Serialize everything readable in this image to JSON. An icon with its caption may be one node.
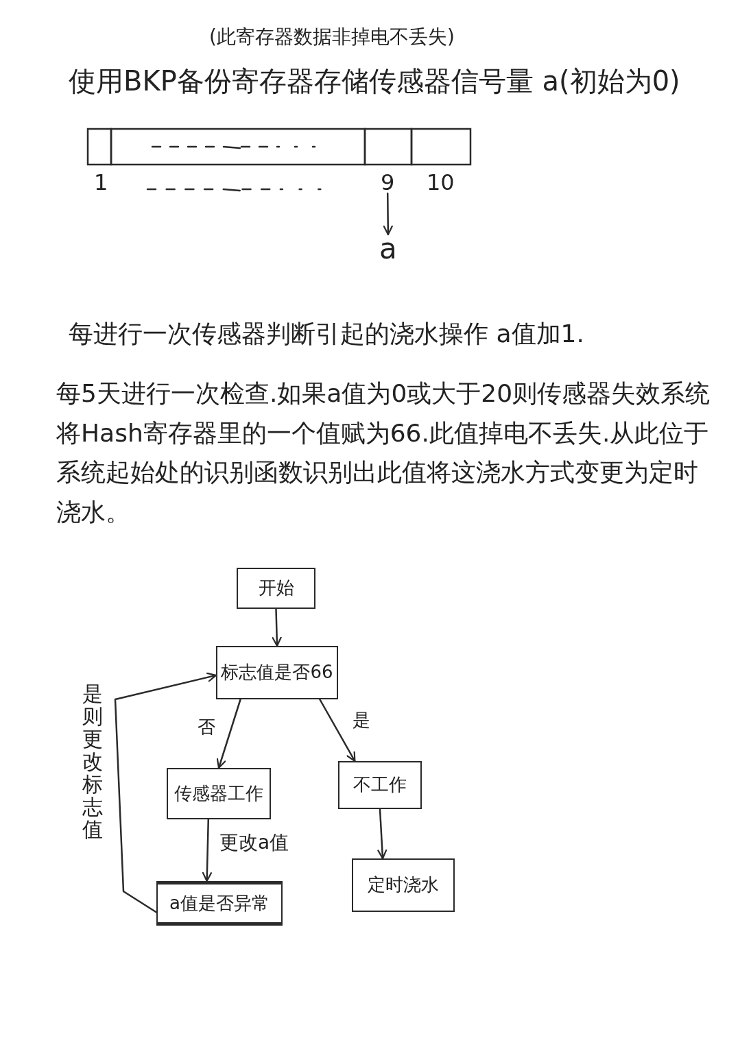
{
  "diagram": {
    "title": "使用BKP备份寄存器存储传感器信号量 a(初始为0)",
    "nodes": [
      {
        "text": [
          "9"
        ]
      },
      {
        "text": [
          "a"
        ]
      },
      {
        "text": [
          "开始"
        ]
      },
      {
        "text": [
          "标志值是否66"
        ]
      },
      {
        "text": [
          "传感器工作"
        ]
      },
      {
        "text": [
          "不工作"
        ]
      },
      {
        "text": [
          "a值是否异常"
        ]
      },
      {
        "text": [
          "定时浇水"
        ]
      }
    ],
    "edges": [
      {
        "from": 0,
        "to": 1,
        "arrow": "to"
      },
      {
        "from": 2,
        "to": 3,
        "arrow": "to"
      },
      {
        "from": 3,
        "to": 4,
        "label": "否",
        "arrow": "to"
      },
      {
        "from": 3,
        "to": 5,
        "label": "是",
        "arrow": "to"
      },
      {
        "from": 4,
        "to": 6,
        "label": "更改a值",
        "arrow": "to"
      },
      {
        "from": 5,
        "to": 7,
        "arrow": "to"
      },
      {
        "from": 6,
        "to": 3,
        "label": "是则更改标志值",
        "arrow": "to"
      }
    ],
    "labels": [
      "(此寄存器数据非掉电不丢失)",
      "1",
      "10",
      "每进行一次传感器判断引起的浇水操作 a值加1.",
      "每5天进行一次检查.如果a值为0或大于20则传感器失效系统将Hash寄存器里的一个值赋为66.此值掉电不丢失.从此位于系统起始处的识别函数识别出此值将这浇水方式变更为定时浇水。"
    ]
  }
}
